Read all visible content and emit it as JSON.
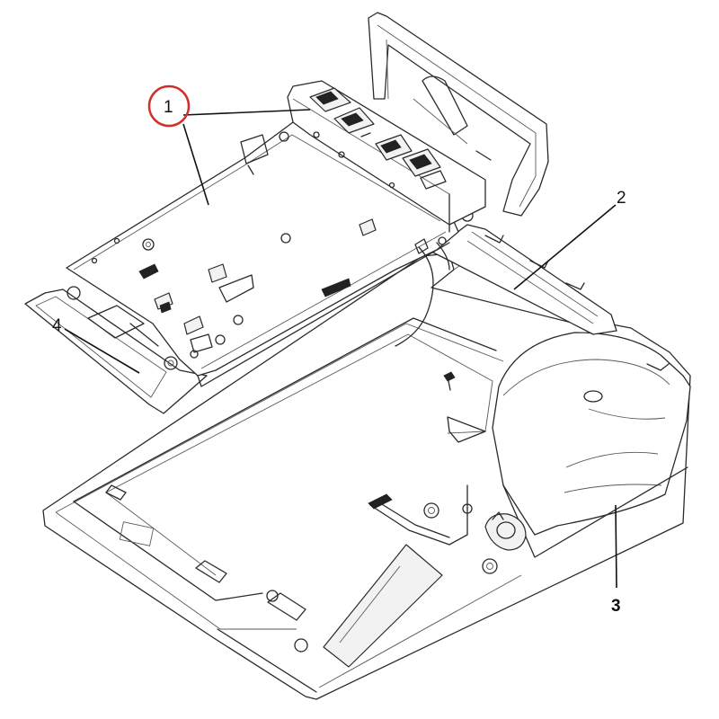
{
  "callouts": {
    "label_1": "1",
    "label_2": "2",
    "label_3": "3",
    "label_4": "4"
  },
  "colors": {
    "highlight_ring": "#d0302a",
    "line": "#2a2a2a"
  }
}
